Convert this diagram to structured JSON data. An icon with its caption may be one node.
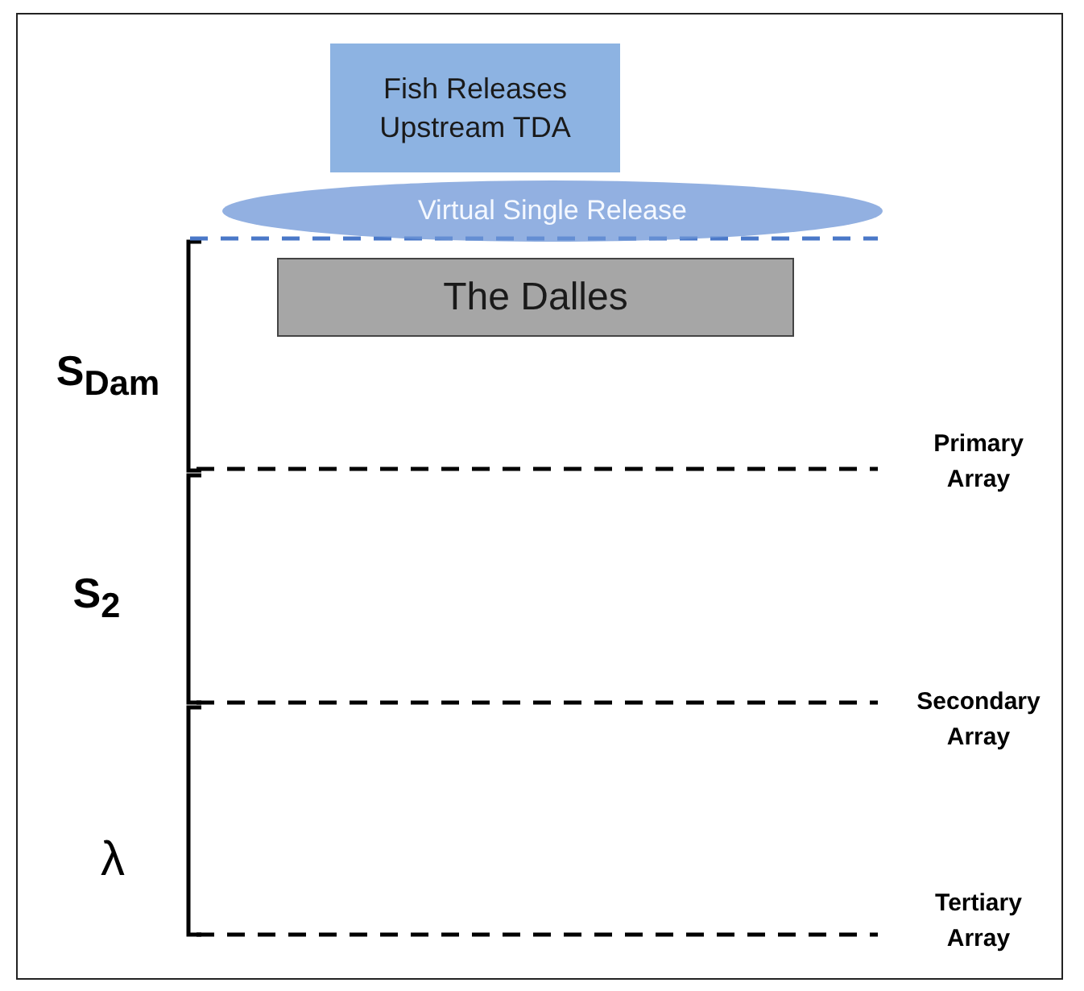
{
  "diagram": {
    "nodes": [
      {
        "text": [
          "Fish Releases Upstream TDA"
        ]
      },
      {
        "text": [
          "Virtual Single Release"
        ]
      },
      {
        "text": [
          "The Dalles"
        ]
      }
    ],
    "labels": [
      "S$_{Dam}$",
      "Primary Array",
      "S$_{2}$",
      "Secondary Array",
      "λ",
      "Tertiary Array"
    ]
  }
}
